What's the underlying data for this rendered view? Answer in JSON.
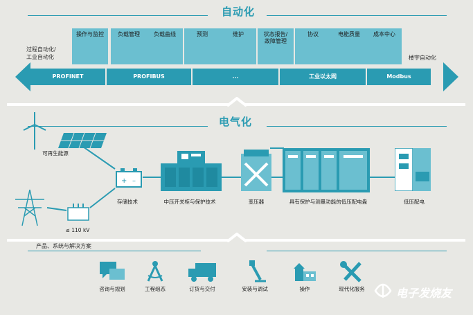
{
  "automation": {
    "title": "自动化",
    "left_label": "过程自动化/\n工业自动化",
    "right_label": "楼宇自动化",
    "functions": [
      "操作与监控",
      "负载管理",
      "负载曲线",
      "预测",
      "维护",
      "状态报告/\n故障管理",
      "协议",
      "电能质量",
      "成本中心"
    ],
    "protocols": [
      "PROFINET",
      "PROFIBUS",
      "...",
      "工业以太网",
      "Modbus"
    ]
  },
  "electrification": {
    "title": "电气化",
    "renewable_label": "可再生能源",
    "grid_label": "≤ 110 kV",
    "nodes": [
      "存储技术",
      "中压开关柜与保护技术",
      "变压器",
      "具有保护与测量功能的低压配电盘",
      "低压配电"
    ]
  },
  "products": {
    "title": "产品、系统与解决方案",
    "services": [
      {
        "label": "咨询与规划",
        "icon": "consulting-icon"
      },
      {
        "label": "工程组态",
        "icon": "engineering-icon"
      },
      {
        "label": "订货与交付",
        "icon": "delivery-icon"
      },
      {
        "label": "安装与调试",
        "icon": "installation-icon"
      },
      {
        "label": "操作",
        "icon": "operation-icon"
      },
      {
        "label": "现代化服务",
        "icon": "modernization-icon"
      }
    ]
  },
  "watermark": "电子发烧友",
  "colors": {
    "accent": "#2a9bb2",
    "light": "#6bbfd0",
    "background": "#e8e8e4"
  }
}
